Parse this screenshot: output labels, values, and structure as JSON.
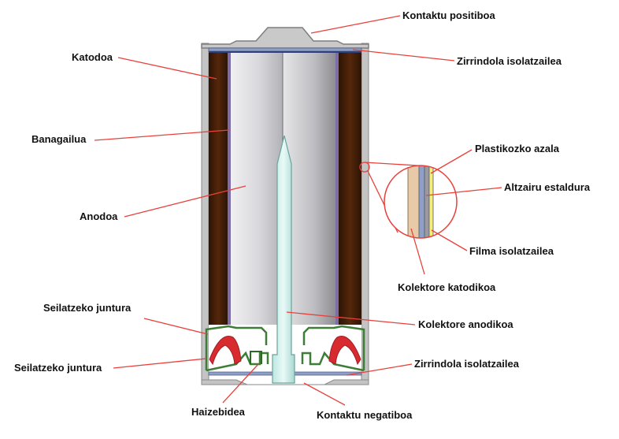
{
  "labels": {
    "positive_contact": "Kontaktu positiboa",
    "top_insulating_washer": "Zirrindola isolatzailea",
    "cathode": "Katodoa",
    "separator": "Banagailua",
    "anode": "Anodoa",
    "plastic_sleeve": "Plastikozko azala",
    "steel_plating": "Altzairu estaldura",
    "insulating_film": "Filma isolatzailea",
    "cathode_collector": "Kolektore katodikoa",
    "gasket_top": "Seilatzeko juntura",
    "anode_collector": "Kolektore anodikoa",
    "gasket_bottom": "Seilatzeko juntura",
    "bottom_insulating_washer": "Zirrindola isolatzailea",
    "vent": "Haizebidea",
    "negative_contact": "Kontaktu negatiboa"
  },
  "colors": {
    "leader": "#e8413b",
    "cathode": "#4a2208",
    "can": "#b8b8b8",
    "anode_light": "#eeeeee",
    "anode_dark": "#9a9a9a",
    "anode_collector": "#d8f2ef",
    "gasket_outline": "#3e7d36",
    "gasket_inner": "#c8242a",
    "washer": "#8ea0c8"
  }
}
